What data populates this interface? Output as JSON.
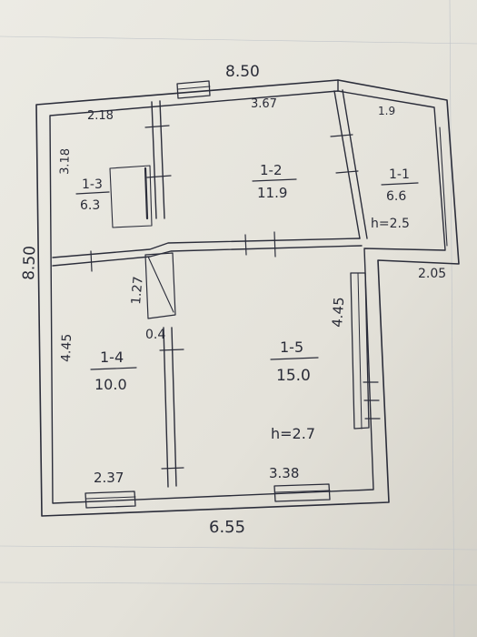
{
  "dimensions": {
    "top_width": "8.50",
    "bottom_width": "6.55",
    "left_height": "8.50",
    "top_left_segment": "2.18",
    "top_middle_segment": "3.67",
    "top_right_segment": "1.9",
    "bottom_left_segment": "2.37",
    "bottom_right_segment": "3.38",
    "left_upper_segment": "3.18",
    "left_lower_segment": "4.45",
    "right_lower_segment": "4.45",
    "extension_bottom": "2.05",
    "stair_length": "1.27",
    "partition_gap": "0.4"
  },
  "rooms": [
    {
      "id": "1-1",
      "area": "6.6"
    },
    {
      "id": "1-2",
      "area": "11.9"
    },
    {
      "id": "1-3",
      "area": "6.3"
    },
    {
      "id": "1-4",
      "area": "10.0"
    },
    {
      "id": "1-5",
      "area": "15.0"
    }
  ],
  "heights": {
    "extension": "h=2.5",
    "main": "h=2.7"
  },
  "colors": {
    "paper": "#e6e4dc",
    "ink": "#2b2d3a",
    "grid": "#bfc3c8"
  }
}
